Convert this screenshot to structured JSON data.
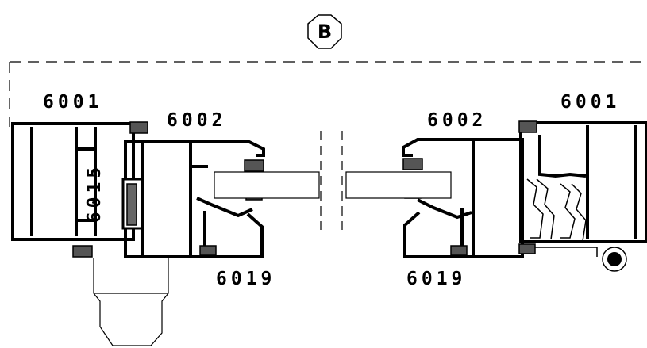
{
  "section_marker": "B",
  "labels": {
    "left_6001": "6001",
    "left_6002": "6002",
    "left_6015": "6015",
    "left_6019": "6019",
    "right_6001": "6001",
    "right_6002": "6002",
    "right_6019": "6019"
  },
  "colors": {
    "line": "#000000",
    "background": "#ffffff",
    "gasket": "#555555"
  }
}
